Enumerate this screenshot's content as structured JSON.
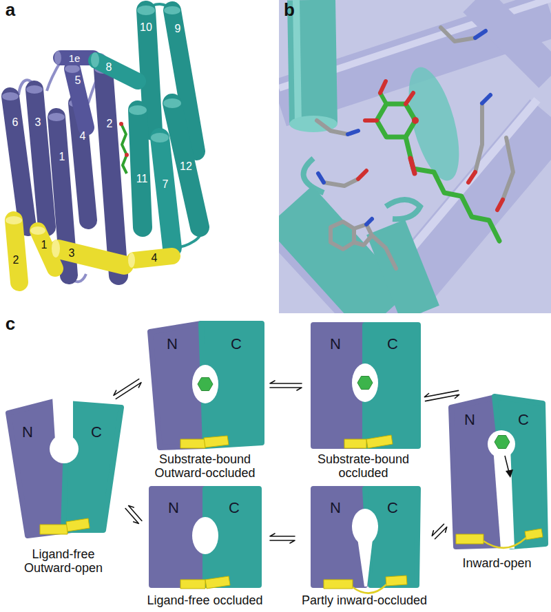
{
  "diagram": {
    "nodes": [
      {
        "text": [
          "Ligand-free Outward-open"
        ]
      },
      {
        "text": [
          "N"
        ],
        "in": 0
      },
      {
        "text": [
          "C"
        ],
        "in": 0
      },
      {
        "text": [
          "Substrate-bound Outward-occluded"
        ]
      },
      {
        "text": [
          "N"
        ],
        "in": 3
      },
      {
        "text": [
          "C"
        ],
        "in": 3
      },
      {
        "text": [
          "Substrate-bound occluded"
        ]
      },
      {
        "text": [
          "N"
        ],
        "in": 6
      },
      {
        "text": [
          "C"
        ],
        "in": 6
      },
      {
        "text": [
          "Inward-open"
        ]
      },
      {
        "text": [
          "N"
        ],
        "in": 9
      },
      {
        "text": [
          "C"
        ],
        "in": 9
      },
      {
        "text": [
          "Ligand-free occluded"
        ]
      },
      {
        "text": [
          "N"
        ],
        "in": 12
      },
      {
        "text": [
          "C"
        ],
        "in": 12
      },
      {
        "text": [
          "Partly inward-occluded"
        ]
      },
      {
        "text": [
          "N"
        ],
        "in": 15
      },
      {
        "text": [
          "C"
        ],
        "in": 15
      }
    ],
    "edges": [
      {
        "from": 0,
        "to": 3,
        "arrow": "both"
      },
      {
        "from": 3,
        "to": 6,
        "arrow": "both"
      },
      {
        "from": 6,
        "to": 9,
        "arrow": "both"
      },
      {
        "from": 0,
        "to": 12,
        "arrow": "both"
      },
      {
        "from": 12,
        "to": 15,
        "arrow": "both"
      },
      {
        "from": 15,
        "to": 9,
        "arrow": "both"
      }
    ],
    "labels": [
      "a",
      "1e",
      "5",
      "8",
      "10",
      "9",
      "6",
      "3",
      "4",
      "1",
      "2",
      "12",
      "11",
      "7",
      "2",
      "1",
      "3",
      "4",
      "b",
      "c"
    ]
  }
}
